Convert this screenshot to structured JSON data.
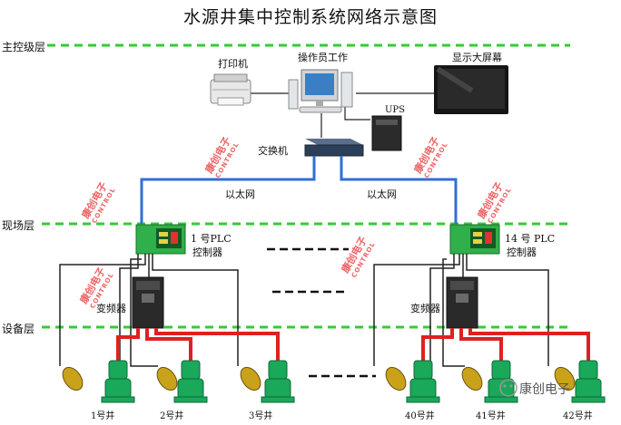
{
  "title": "水源井集中控制系统网络示意图",
  "layers": {
    "master": "主控级层",
    "field": "现场层",
    "device": "设备层"
  },
  "devices": {
    "printer": "打印机",
    "operator": "操作员工作",
    "display": "显示大屏幕",
    "ups": "UPS",
    "switch": "交换机"
  },
  "network": {
    "ethernet_left": "以太网",
    "ethernet_right": "以太网"
  },
  "plc": {
    "left_name": "1 号PLC",
    "left_sub": "控制器",
    "right_name": "14 号 PLC",
    "right_sub": "控制器"
  },
  "vfd": {
    "left": "变频器",
    "right": "变频器"
  },
  "wells": [
    "1号井",
    "2号井",
    "3号井",
    "40号井",
    "41号井",
    "42号井"
  ],
  "watermark": {
    "text": "康创电子",
    "sub": "CONTROL",
    "logo": "康创电子"
  },
  "colors": {
    "dashed_line": "#33cc33",
    "ethernet": "#2f6fd6",
    "power": "#e02020",
    "pump": "#1aa85a",
    "plc_board": "#2fb04a",
    "watermark": "#e84a4a"
  }
}
